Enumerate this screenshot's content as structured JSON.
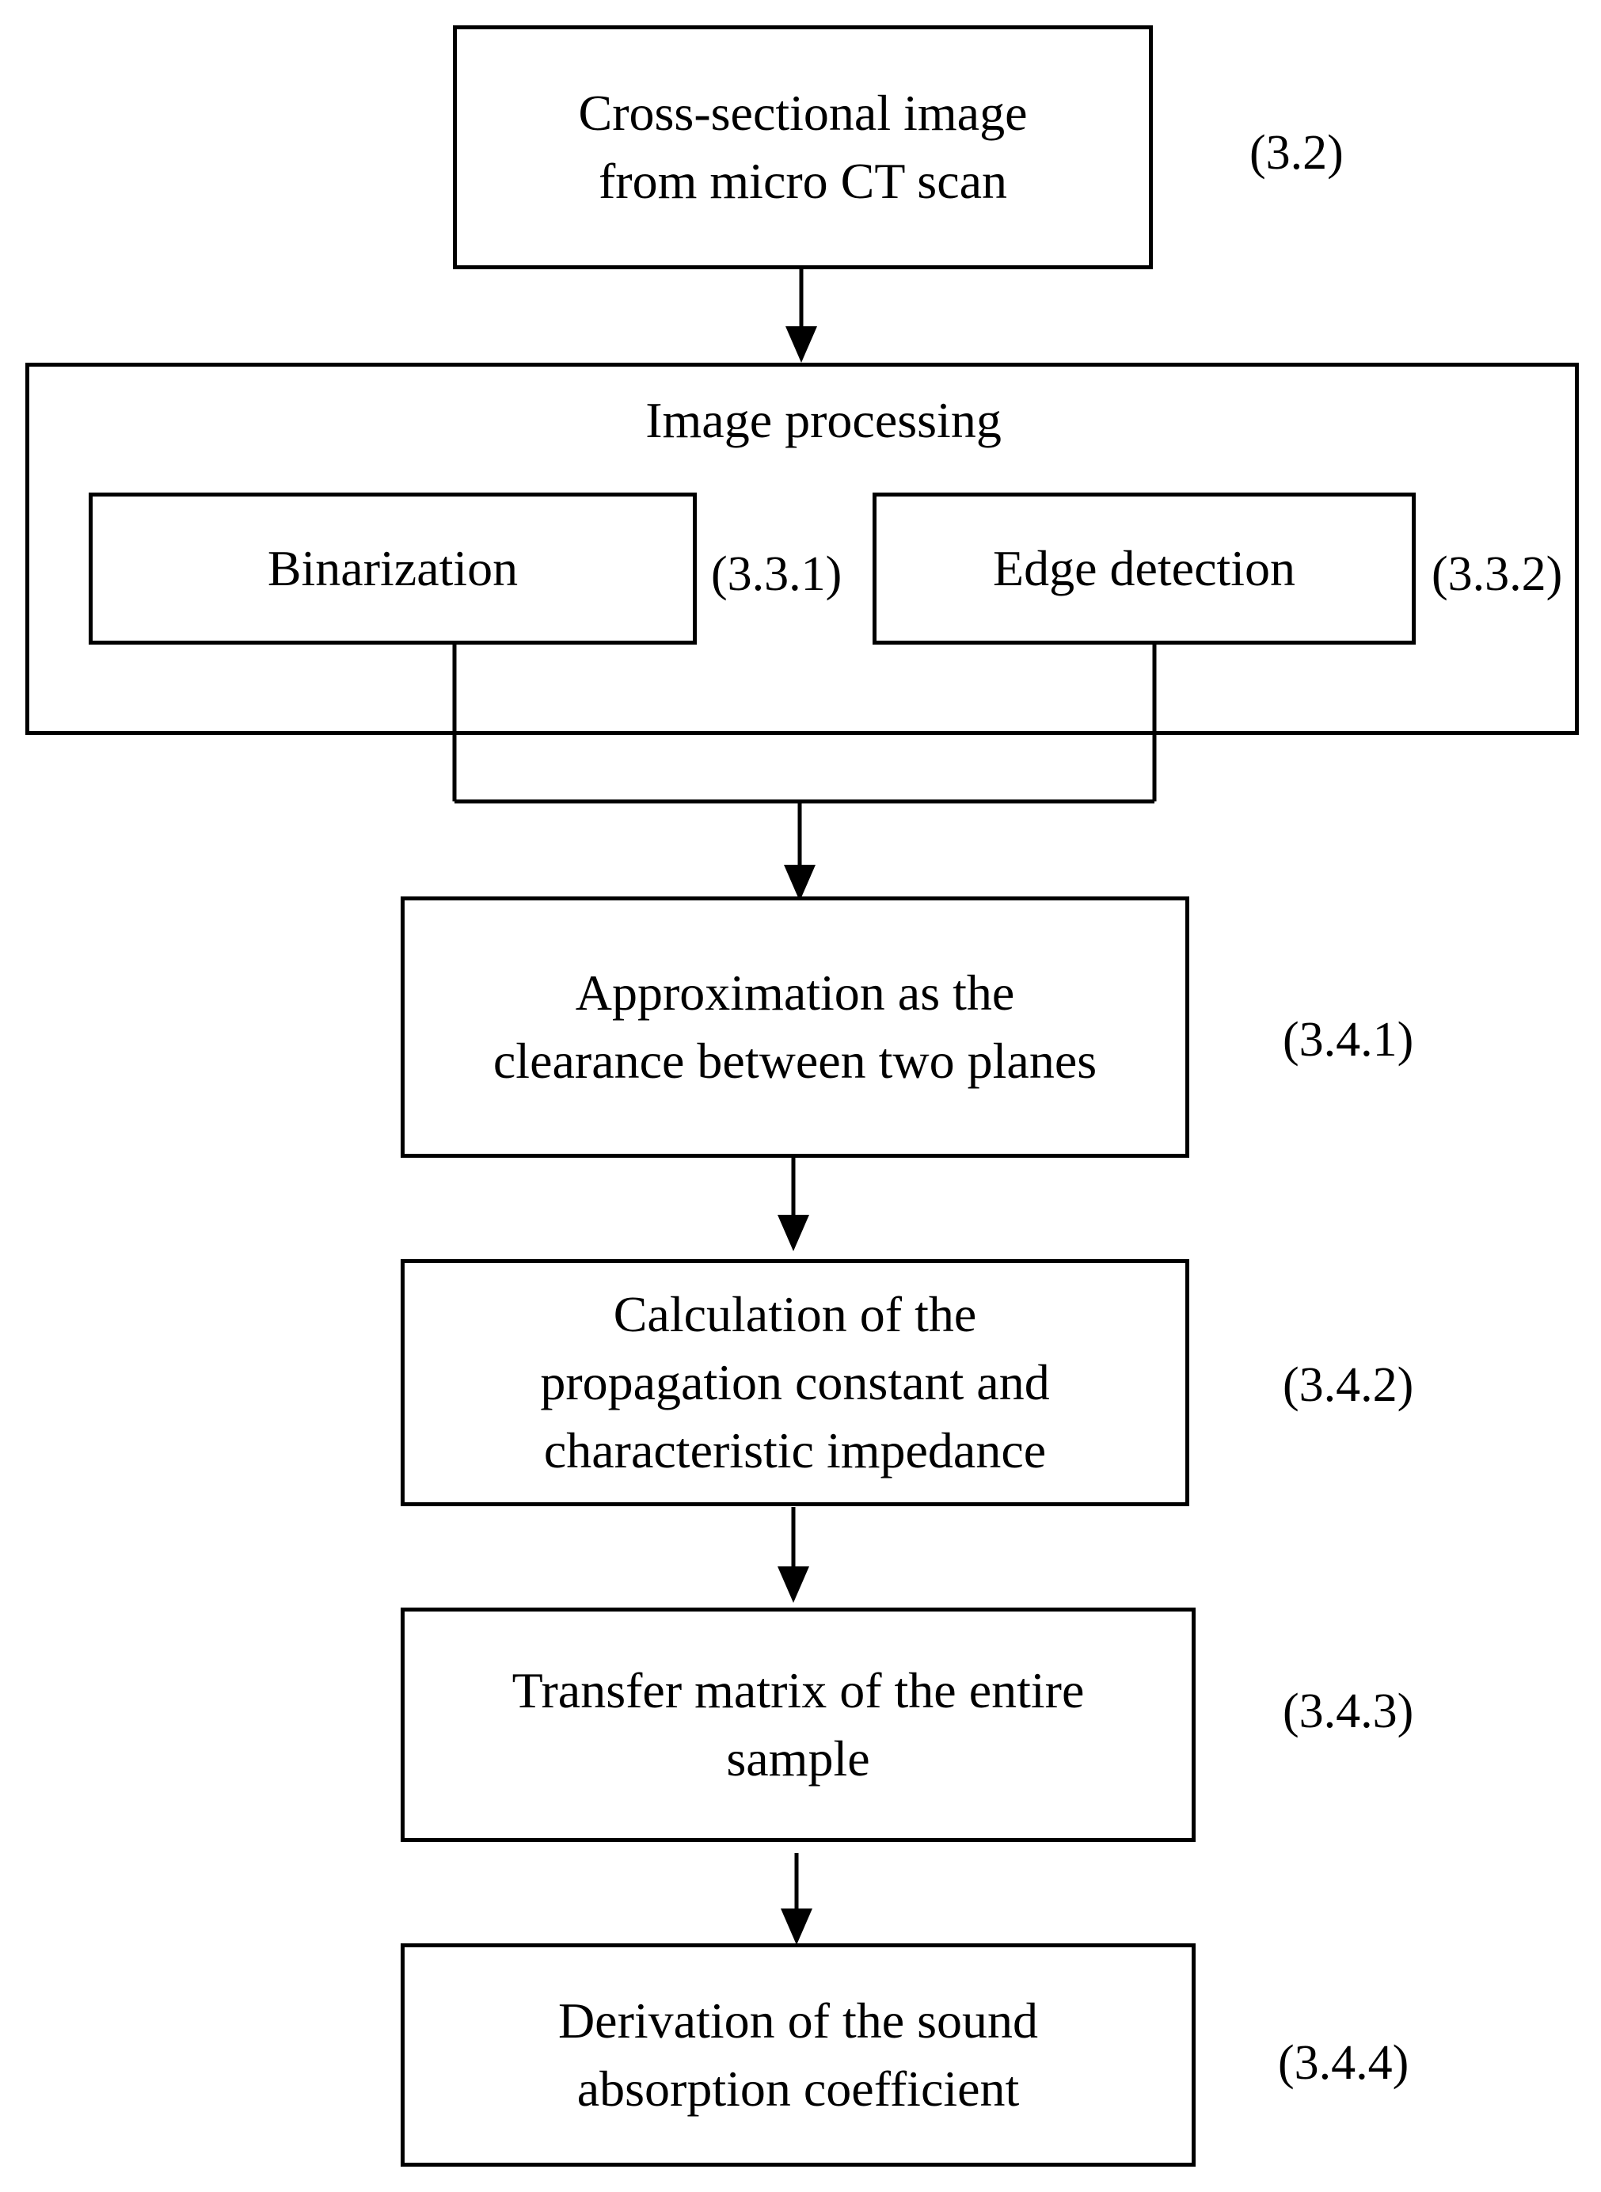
{
  "steps": {
    "ct_scan": {
      "label": "Cross-sectional image\nfrom micro  CT scan",
      "ref": "(3.2)"
    },
    "image_processing": {
      "title": "Image  processing",
      "binarization": {
        "label": "Binarization",
        "ref": "(3.3.1)"
      },
      "edge_detection": {
        "label": "Edge  detection",
        "ref": "(3.3.2)"
      }
    },
    "approximation": {
      "label": "Approximation  as the\nclearance  between two planes",
      "ref": "(3.4.1)"
    },
    "calculation": {
      "label": "Calculation  of the\npropagation constant and\ncharacteristic  impedance",
      "ref": "(3.4.2)"
    },
    "transfer_matrix": {
      "label": "Transfer matrix  of the entire\nsample",
      "ref": "(3.4.3)"
    },
    "derivation": {
      "label": "Derivation  of the sound\nabsorption coefficient",
      "ref": "(3.4.4)"
    }
  }
}
